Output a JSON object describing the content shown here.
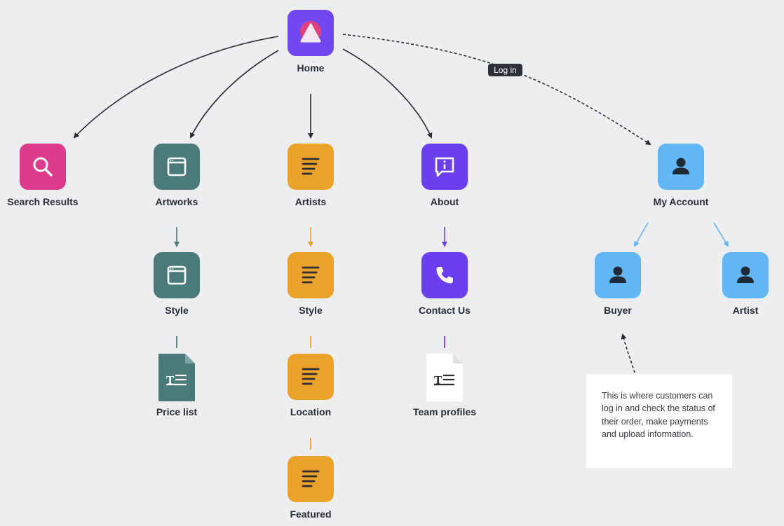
{
  "nodes": {
    "home": {
      "label": "Home",
      "color": "#7147f0"
    },
    "search_results": {
      "label": "Search Results",
      "color": "#dd3b8b"
    },
    "artworks": {
      "label": "Artworks",
      "color": "#4a7a7a"
    },
    "artists": {
      "label": "Artists",
      "color": "#eba22a"
    },
    "about": {
      "label": "About",
      "color": "#6b3ff0"
    },
    "my_account": {
      "label": "My Account",
      "color": "#62b6f5"
    },
    "artworks_style": {
      "label": "Style",
      "color": "#4a7a7a"
    },
    "artists_style": {
      "label": "Style",
      "color": "#eba22a"
    },
    "contact_us": {
      "label": "Contact Us",
      "color": "#6b3ff0"
    },
    "buyer": {
      "label": "Buyer",
      "color": "#62b6f5"
    },
    "artist": {
      "label": "Artist",
      "color": "#62b6f5"
    },
    "price_list": {
      "label": "Price list",
      "color": "#4a7a7a"
    },
    "location": {
      "label": "Location",
      "color": "#eba22a"
    },
    "team_profiles": {
      "label": "Team profiles",
      "color": "#ffffff"
    },
    "featured": {
      "label": "Featured",
      "color": "#eba22a"
    }
  },
  "edges": {
    "login_label": "Log in"
  },
  "note": {
    "text": "This is where customers can log in and check the status of their order, make payments and upload information."
  },
  "icons": {
    "home": "home-logo-icon",
    "search_results": "search-icon",
    "artworks": "browser-window-icon",
    "artists": "text-lines-icon",
    "about": "info-chat-icon",
    "my_account": "user-icon",
    "contact_us": "phone-icon",
    "price_list": "text-document-icon",
    "team_profiles": "text-document-icon"
  }
}
